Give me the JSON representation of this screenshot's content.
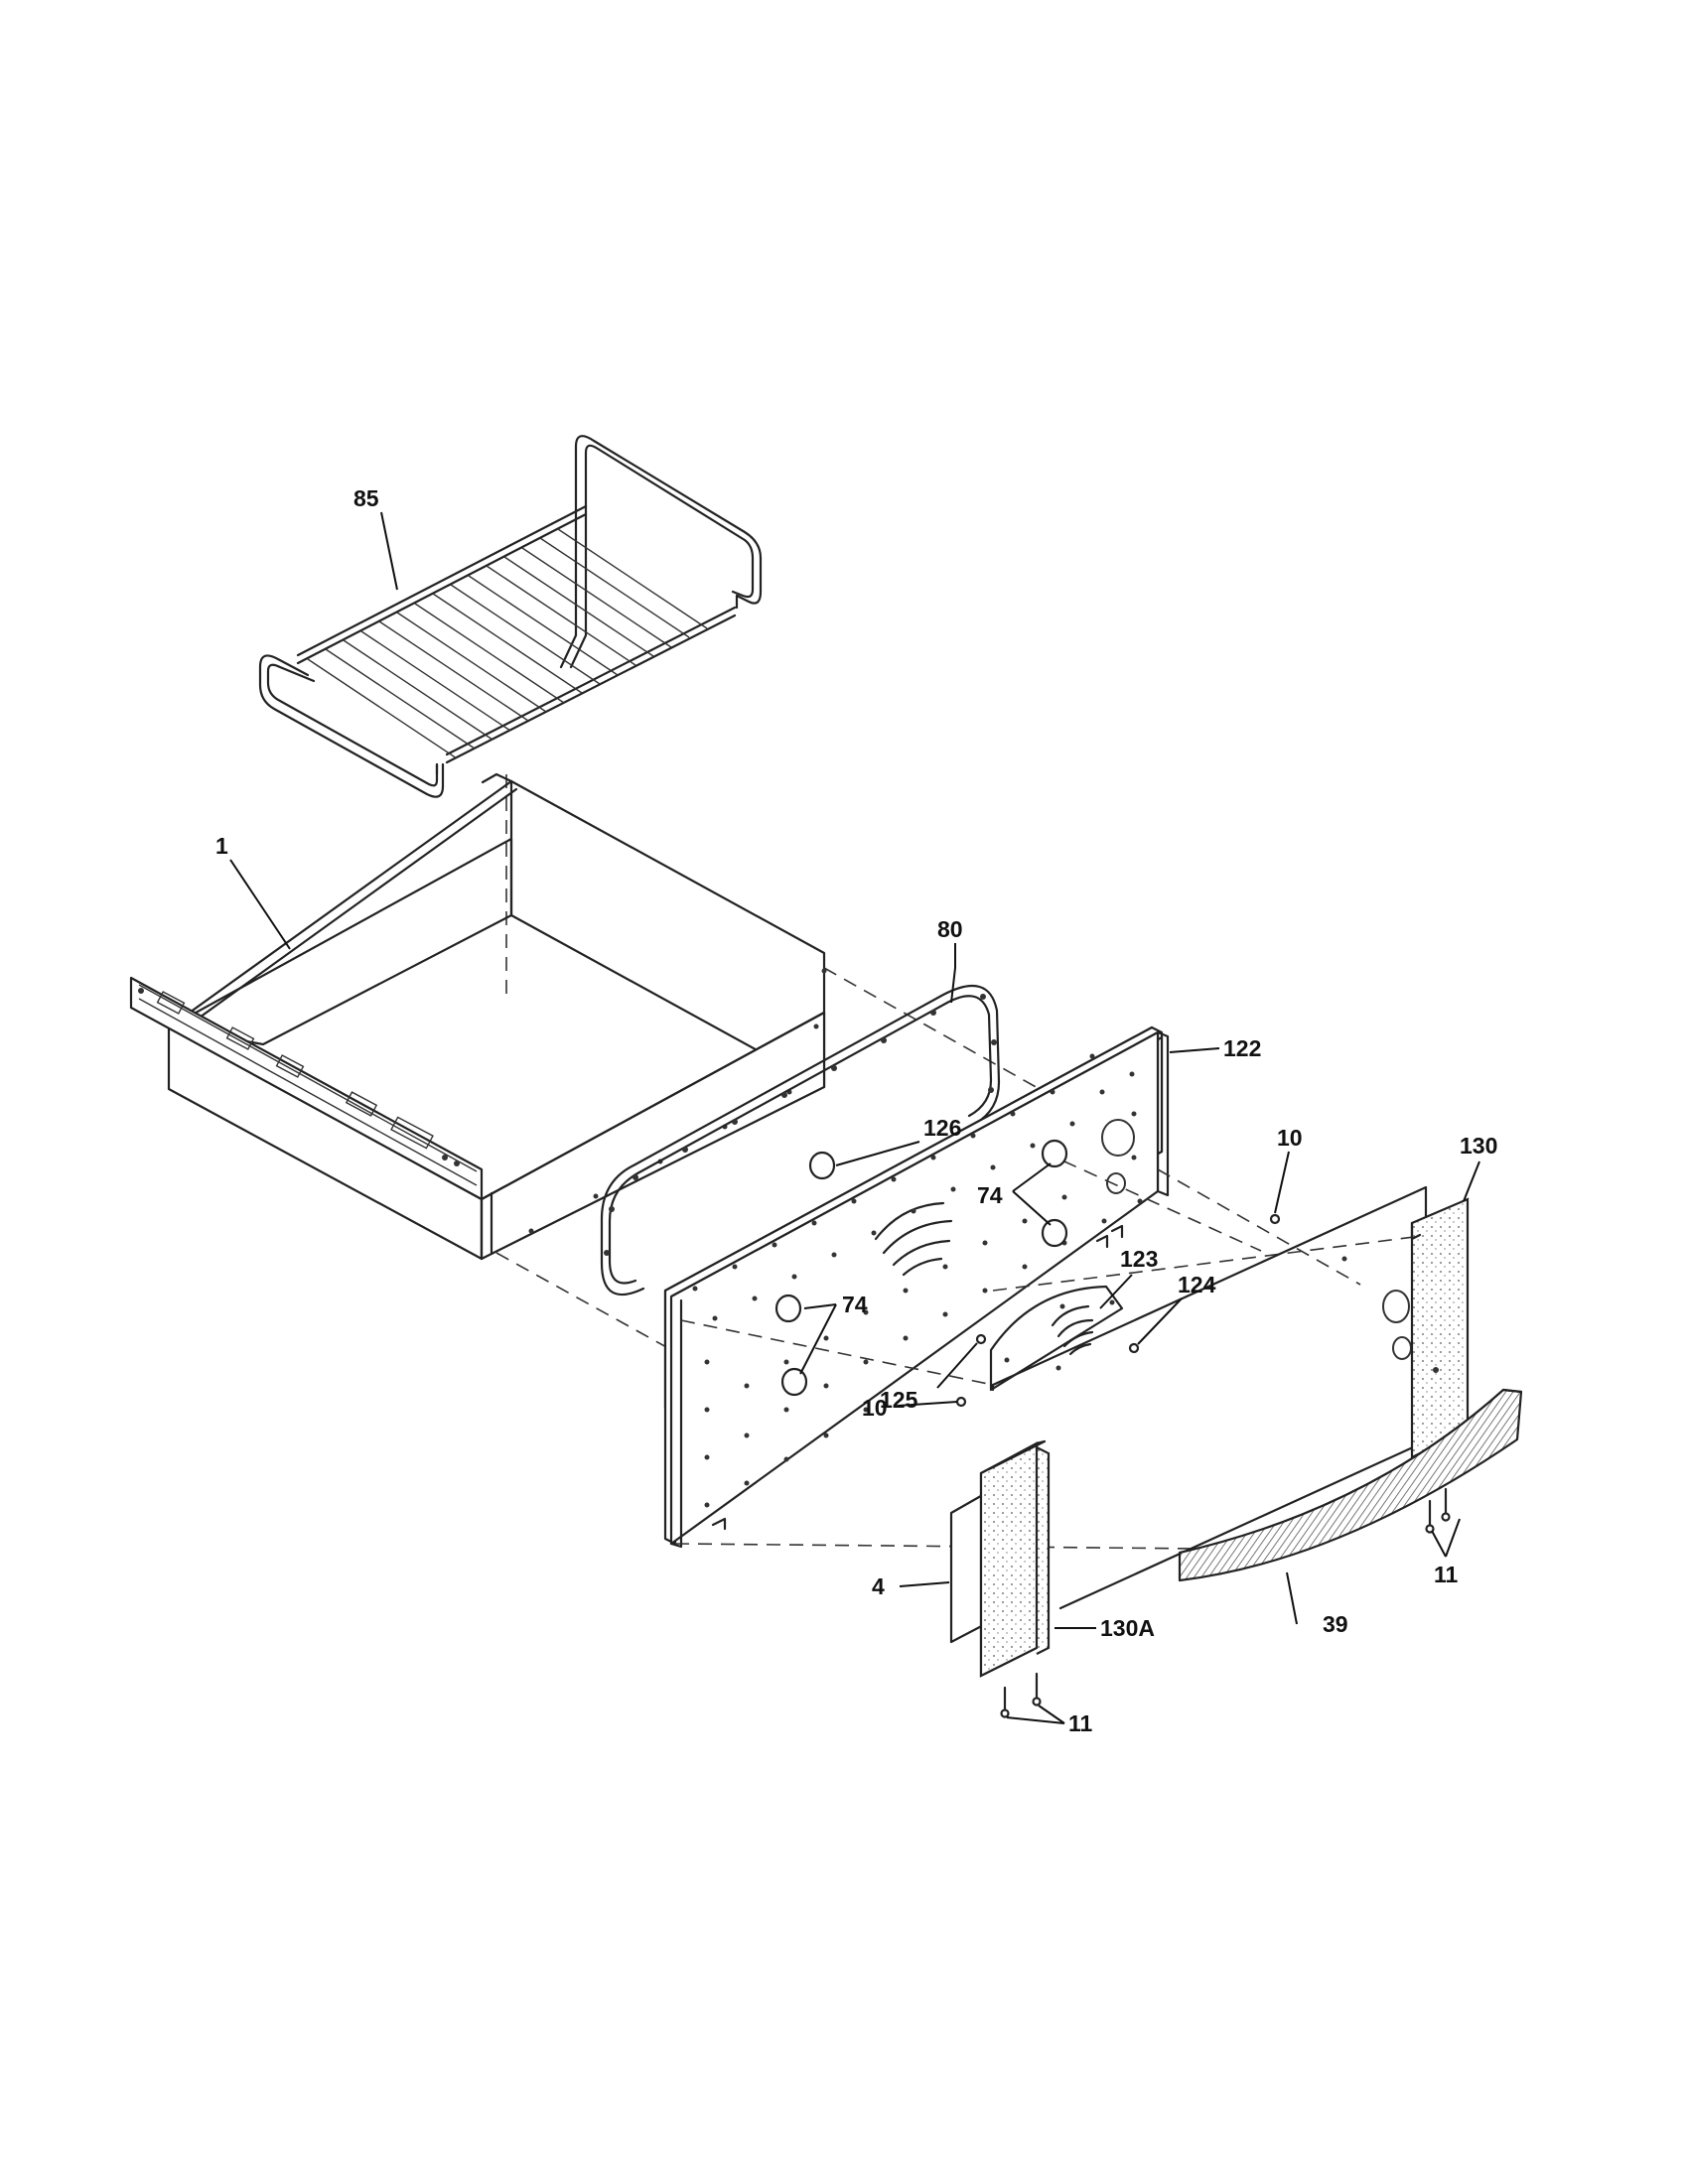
{
  "diagram": {
    "type": "exploded-parts-view",
    "callouts": {
      "c85": "85",
      "c1": "1",
      "c80": "80",
      "c122": "122",
      "c126": "126",
      "c74a": "74",
      "c74b": "74",
      "c10a": "10",
      "c130": "130",
      "c123": "123",
      "c124": "124",
      "c125": "125",
      "c10b": "10",
      "c4": "4",
      "c130a": "130A",
      "c39": "39",
      "c11a": "11",
      "c11b": "11"
    }
  }
}
